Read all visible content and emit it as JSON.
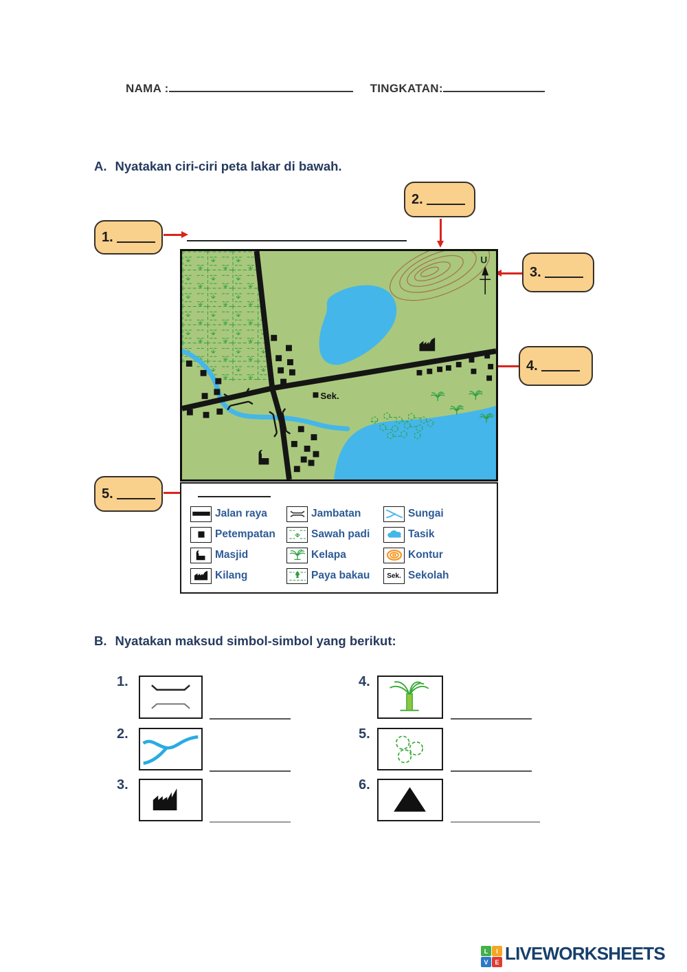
{
  "header": {
    "name_label": "NAMA :",
    "class_label": "TINGKATAN:"
  },
  "section_a": {
    "letter": "A.",
    "title": "Nyatakan ciri-ciri peta lakar di bawah."
  },
  "callouts": [
    {
      "num": "1."
    },
    {
      "num": "2."
    },
    {
      "num": "3."
    },
    {
      "num": "4."
    },
    {
      "num": "5."
    }
  ],
  "map": {
    "north_label": "U",
    "school_label": "Sek."
  },
  "legend": {
    "school_abbr": "Sek.",
    "columns": [
      {
        "items": [
          {
            "label": "Jalan raya",
            "icon": "road"
          },
          {
            "label": "Petempatan",
            "icon": "settlement"
          },
          {
            "label": "Masjid",
            "icon": "mosque"
          },
          {
            "label": "Kilang",
            "icon": "factory"
          }
        ]
      },
      {
        "items": [
          {
            "label": "Jambatan",
            "icon": "bridge"
          },
          {
            "label": "Sawah padi",
            "icon": "rice-paddy"
          },
          {
            "label": "Kelapa",
            "icon": "coconut-palm"
          },
          {
            "label": "Paya bakau",
            "icon": "mangrove"
          }
        ]
      },
      {
        "items": [
          {
            "label": "Sungai",
            "icon": "river"
          },
          {
            "label": "Tasik",
            "icon": "lake"
          },
          {
            "label": "Kontur",
            "icon": "contour"
          },
          {
            "label": "Sekolah",
            "icon": "school"
          }
        ]
      }
    ]
  },
  "section_b": {
    "letter": "B.",
    "title": "Nyatakan maksud simbol-simbol yang berikut:",
    "items": [
      {
        "num": "1.",
        "icon": "bridge-symbol"
      },
      {
        "num": "2.",
        "icon": "river-confluence-symbol"
      },
      {
        "num": "3.",
        "icon": "factory-symbol"
      },
      {
        "num": "4.",
        "icon": "coconut-palm-symbol"
      },
      {
        "num": "5.",
        "icon": "scrub-symbol"
      },
      {
        "num": "6.",
        "icon": "mountain-symbol"
      }
    ]
  },
  "footer": {
    "brand": "LIVEWORKSHEETS",
    "tiles": [
      {
        "ch": "L"
      },
      {
        "ch": "I"
      },
      {
        "ch": "V"
      },
      {
        "ch": "E"
      }
    ]
  },
  "colors": {
    "map_green": "#a9c87d",
    "water_blue": "#45b6e9",
    "symbol_green": "#2f9e44",
    "contour_brown": "#a5764e",
    "kontur_orange": "#f7941d",
    "arrow_red": "#d9251d",
    "callout_fill": "#f9d18c",
    "heading_navy": "#253a5e",
    "legend_label_blue": "#2d5b96",
    "logo_navy": "#173f6b",
    "tile_green": "#43b049",
    "tile_yellow": "#f5a623",
    "tile_blue": "#2e78c9",
    "tile_red": "#e03c31"
  }
}
